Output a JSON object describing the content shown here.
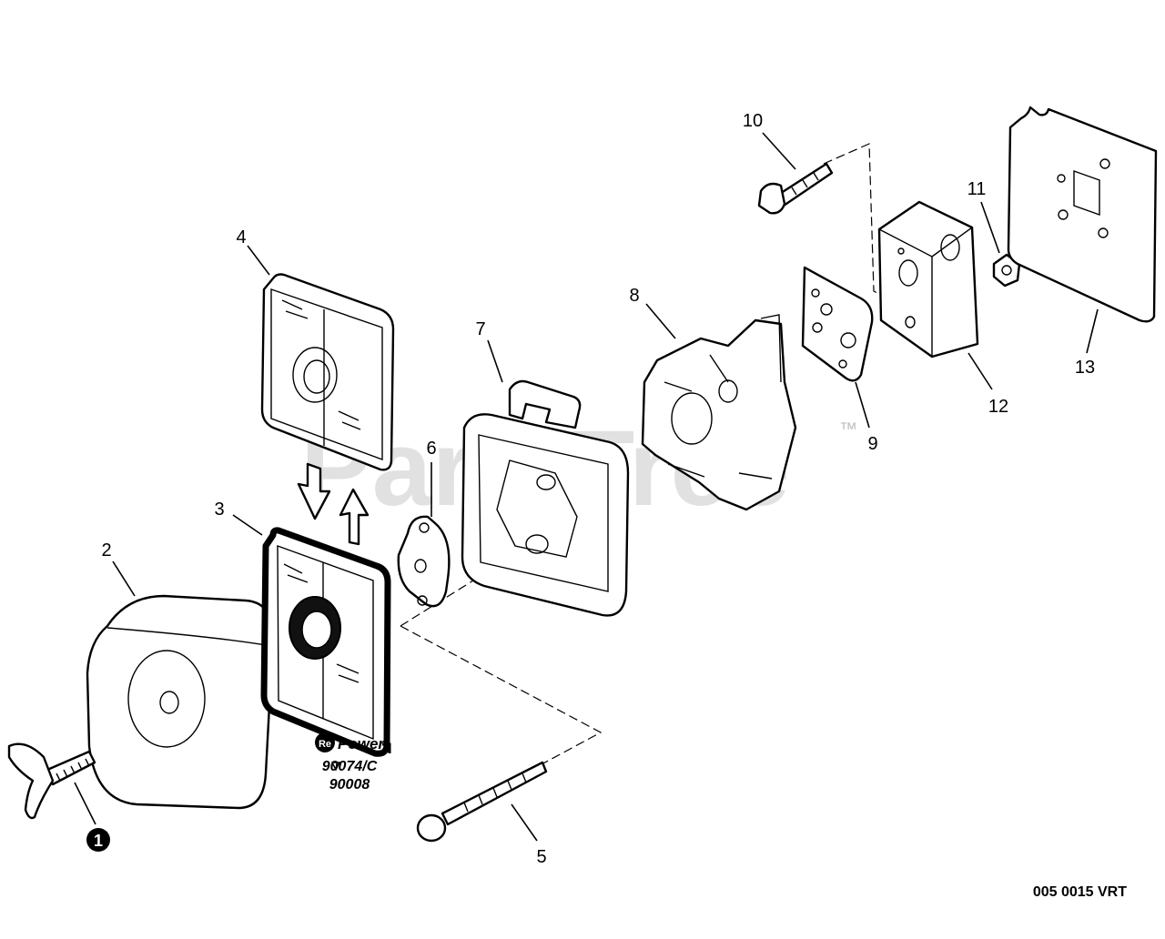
{
  "watermark": {
    "text": "PartsTree",
    "trademark": "™"
  },
  "callouts": [
    {
      "id": "1",
      "label": "1",
      "style": "filled-circle"
    },
    {
      "id": "2",
      "label": "2"
    },
    {
      "id": "3",
      "label": "3"
    },
    {
      "id": "4",
      "label": "4"
    },
    {
      "id": "5",
      "label": "5"
    },
    {
      "id": "6",
      "label": "6"
    },
    {
      "id": "7",
      "label": "7"
    },
    {
      "id": "8",
      "label": "8"
    },
    {
      "id": "9",
      "label": "9"
    },
    {
      "id": "10",
      "label": "10"
    },
    {
      "id": "11",
      "label": "11"
    },
    {
      "id": "12",
      "label": "12"
    },
    {
      "id": "13",
      "label": "13"
    }
  ],
  "repower": {
    "logo_text": "Power",
    "part_a": "90074/C",
    "part_b": "90008"
  },
  "diagram_code": "005 0015 VRT",
  "colors": {
    "ink": "#000000",
    "paper": "#ffffff",
    "watermark": "#d9d9d9"
  }
}
